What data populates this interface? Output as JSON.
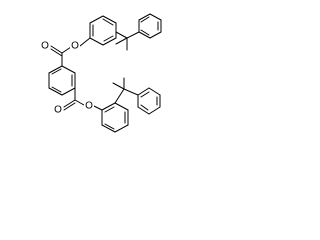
{
  "molecule": {
    "atoms": {
      "ester_top_carbonyl_o": "O",
      "ester_top_link_o": "O",
      "ester_bottom_carbonyl_o": "O",
      "ester_bottom_link_o": "O"
    }
  }
}
